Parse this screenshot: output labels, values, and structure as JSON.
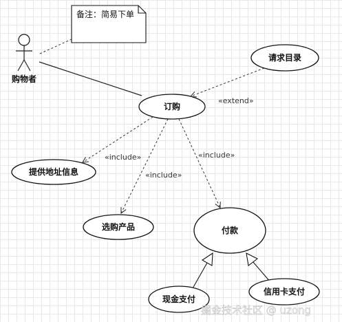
{
  "diagram": {
    "actor": {
      "label": "购物者"
    },
    "note": {
      "text": "备注：简易下单"
    },
    "use_cases": {
      "request_catalog": "请求目录",
      "order": "订购",
      "provide_address": "提供地址信息",
      "select_product": "选购产品",
      "payment": "付款",
      "cash_payment": "现金支付",
      "credit_card_payment": "信用卡支付"
    },
    "stereotypes": {
      "extend": "«extend»",
      "include_address": "«include»",
      "include_select": "«include»",
      "include_payment": "«include»"
    }
  },
  "watermark": {
    "text": "掘金技术社区 @ uzong"
  }
}
